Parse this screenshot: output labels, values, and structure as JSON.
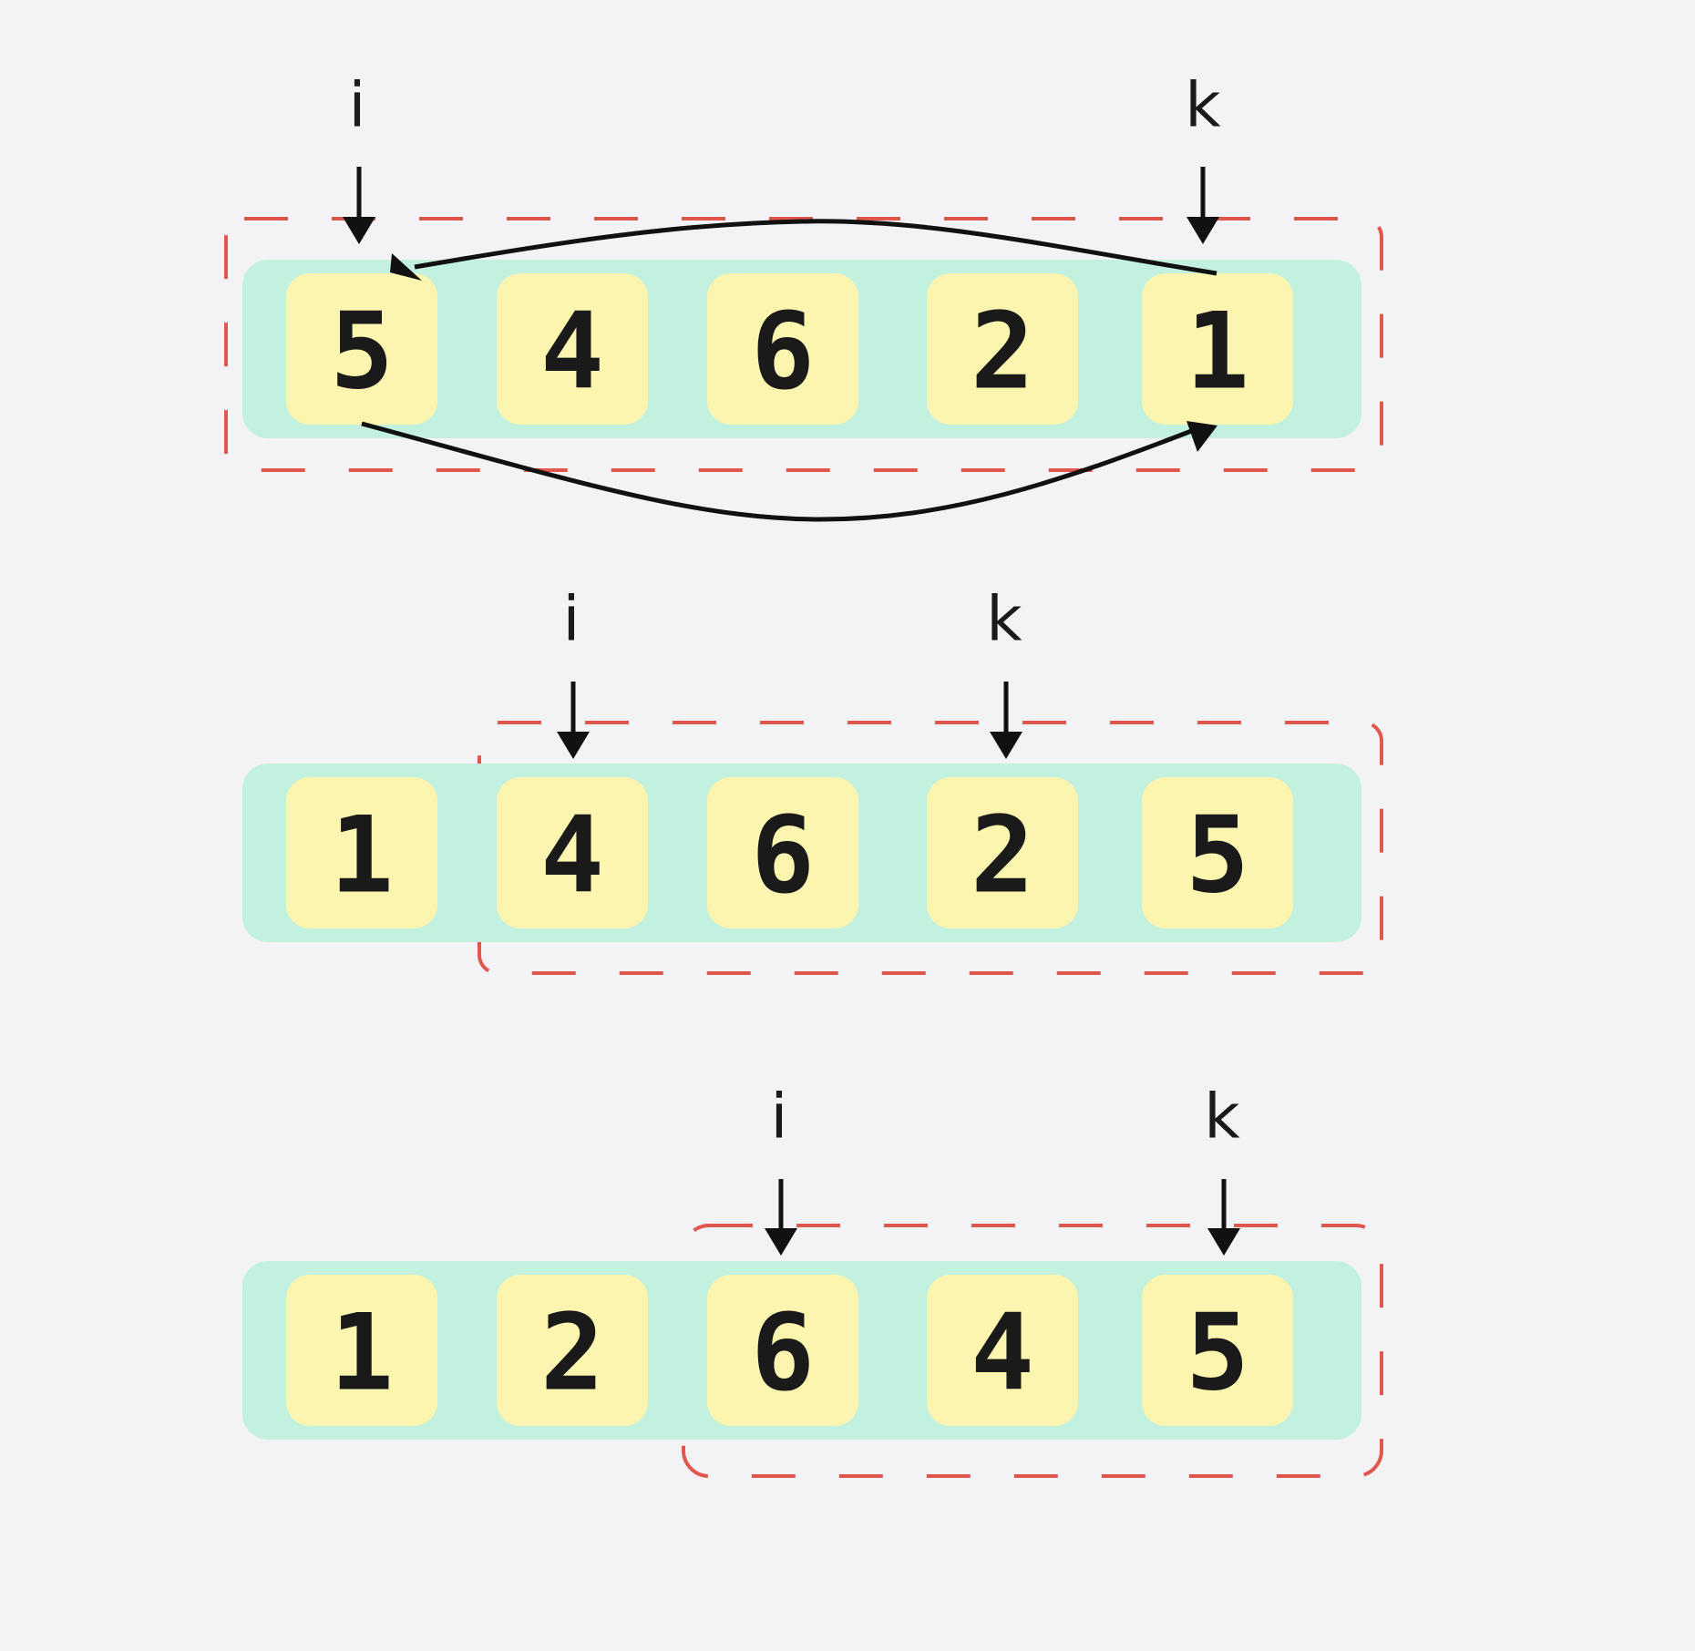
{
  "pointer_labels": {
    "i": "i",
    "k": "k"
  },
  "rows": [
    {
      "values": [
        "5",
        "4",
        "6",
        "2",
        "1"
      ],
      "i_index": 0,
      "k_index": 4,
      "swap_arrows": true,
      "bracket_start_index": 0
    },
    {
      "values": [
        "1",
        "4",
        "6",
        "2",
        "5"
      ],
      "i_index": 1,
      "k_index": 3,
      "swap_arrows": false,
      "bracket_start_index": 1
    },
    {
      "values": [
        "1",
        "2",
        "6",
        "4",
        "5"
      ],
      "i_index": 2,
      "k_index": 4,
      "swap_arrows": false,
      "bracket_start_index": 2
    }
  ],
  "colors": {
    "background": "#f3f2f5",
    "track": "#c3f1df",
    "cell": "#fbf5af",
    "bracket": "#e0574d",
    "arrow": "#111111"
  }
}
